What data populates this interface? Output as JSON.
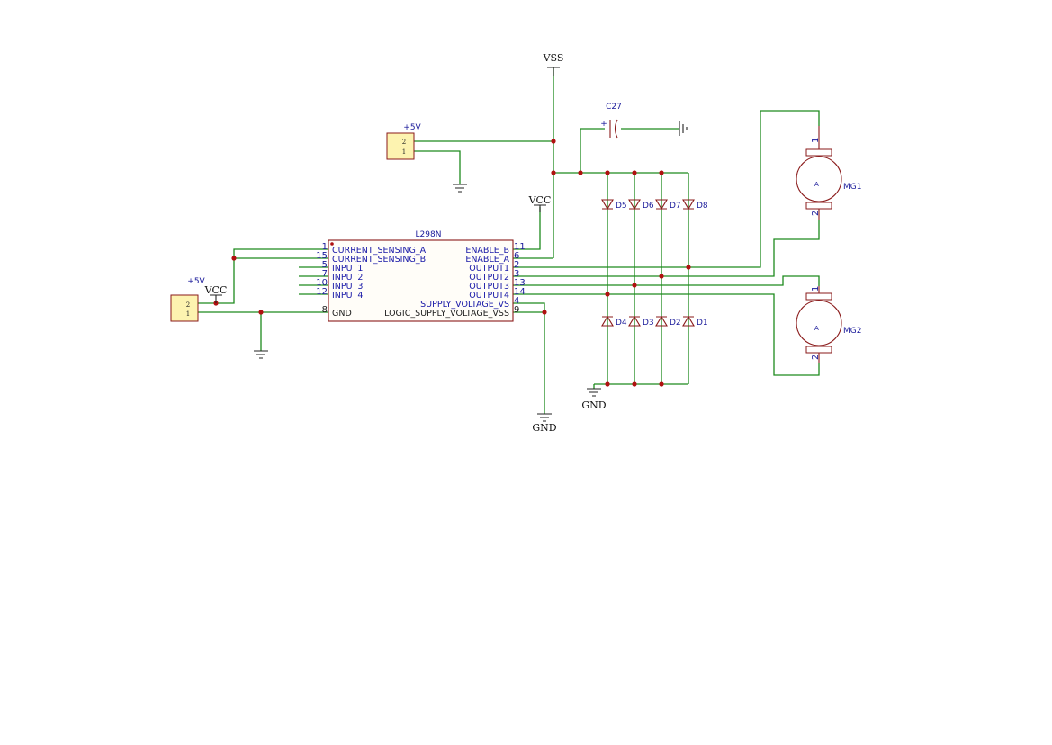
{
  "ic": {
    "ref": "L298N",
    "left_pins": [
      {
        "num": "1",
        "name": "CURRENT_SENSING_A"
      },
      {
        "num": "15",
        "name": "CURRENT_SENSING_B"
      },
      {
        "num": "5",
        "name": "INPUT1"
      },
      {
        "num": "7",
        "name": "INPUT2"
      },
      {
        "num": "10",
        "name": "INPUT3"
      },
      {
        "num": "12",
        "name": "INPUT4"
      },
      {
        "num": "8",
        "name": "GND"
      }
    ],
    "right_pins": [
      {
        "num": "11",
        "name": "ENABLE_B"
      },
      {
        "num": "6",
        "name": "ENABLE_A"
      },
      {
        "num": "2",
        "name": "OUTPUT1"
      },
      {
        "num": "3",
        "name": "OUTPUT2"
      },
      {
        "num": "13",
        "name": "OUTPUT3"
      },
      {
        "num": "14",
        "name": "OUTPUT4"
      },
      {
        "num": "4",
        "name": "SUPPLY_VOLTAGE_VS"
      },
      {
        "num": "9",
        "name": "LOGIC_SUPPLY_VOLTAGE_VSS"
      }
    ]
  },
  "connectors": {
    "top": {
      "label": "+5V",
      "pin2": "2",
      "pin1": "1"
    },
    "left": {
      "label": "+5V",
      "pin2": "2",
      "pin1": "1"
    }
  },
  "nets": {
    "vss": "VSS",
    "vcc_mid": "VCC",
    "vcc_left": "VCC",
    "gnd_diodes": "GND",
    "gnd_ic": "GND"
  },
  "capacitor": {
    "ref": "C27",
    "polarity": "+"
  },
  "diodes": {
    "top": [
      "D5",
      "D6",
      "D7",
      "D8"
    ],
    "bottom": [
      "D4",
      "D3",
      "D2",
      "D1"
    ]
  },
  "motors": [
    {
      "ref": "MG1",
      "symbol": "A",
      "pin1": "1",
      "pin2": "2"
    },
    {
      "ref": "MG2",
      "symbol": "A",
      "pin1": "1",
      "pin2": "2"
    }
  ],
  "colors": {
    "wire": "#1d8a1d",
    "component": "#8a1a1a",
    "junction": "#b01010",
    "text": "#1a1a9a"
  }
}
